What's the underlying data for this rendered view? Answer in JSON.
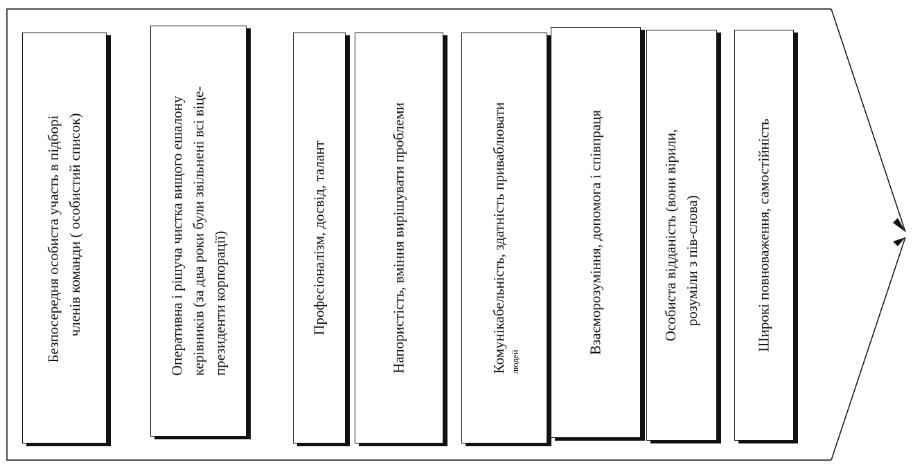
{
  "boxes": [
    {
      "lines": [
        "Безпосередня  особиста  участь в підборі",
        "членів  команди ( особистий список)"
      ]
    },
    {
      "lines": [
        "Оперативна і  рішуча чистка   вищого  ешалону",
        "керівників (за два роки     були звільнені всі віце-",
        "президенти  корпорації)"
      ]
    },
    {
      "lines": [
        "Професіоналізм, досвід, талант"
      ]
    },
    {
      "lines": [
        "Напористість,  вміння вирішувати проблеми"
      ]
    },
    {
      "lines": [
        "Комунікабельність,  здатність приваблювати",
        "людей"
      ]
    },
    {
      "lines": [
        "Взаєморозуміння, допомога і  співпраця"
      ]
    },
    {
      "lines": [
        "Особиста відданість (вони вірили,",
        "розуміли з пів-слова)"
      ]
    },
    {
      "lines": [
        "Широкі повноваження, самостійність"
      ]
    }
  ]
}
